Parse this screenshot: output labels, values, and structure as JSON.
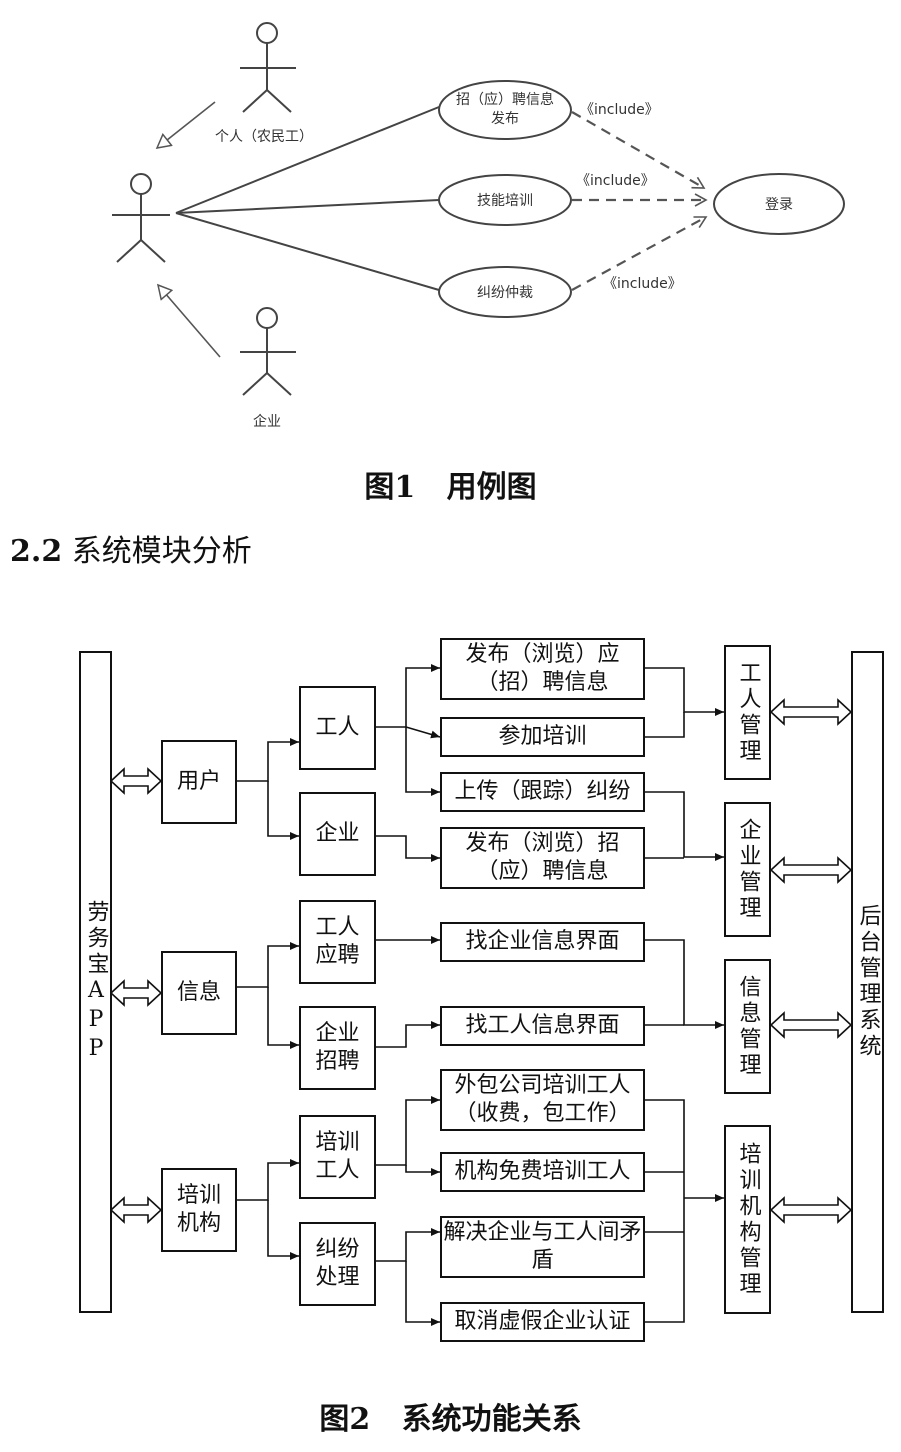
{
  "fig1": {
    "actors": {
      "individual": "个人（农民工）",
      "enterprise": "企业"
    },
    "use_cases": {
      "recruit_line1": "招（应）聘信息",
      "recruit_line2": "发布",
      "training": "技能培训",
      "dispute": "纠纷仲裁",
      "login": "登录"
    },
    "include_label": "《include》",
    "caption": "图1   用例图"
  },
  "section": {
    "number": "2.2",
    "title": "系统模块分析"
  },
  "fig2": {
    "left_app": "劳务宝APP",
    "right_system": "后台管理系统",
    "level1": {
      "user": "用户",
      "info_line1": "信息",
      "training_org_line1": "培训",
      "training_org_line2": "机构"
    },
    "level2": {
      "worker": "工人",
      "enterprise": "企业",
      "worker_apply_line1": "工人",
      "worker_apply_line2": "应聘",
      "enterprise_recruit_line1": "企业",
      "enterprise_recruit_line2": "招聘",
      "train_worker_line1": "培训",
      "train_worker_line2": "工人",
      "dispute_line1": "纠纷",
      "dispute_line2": "处理"
    },
    "level3": {
      "publish_apply_line1": "发布（浏览）应",
      "publish_apply_line2": "（招）聘信息",
      "join_training": "参加培训",
      "upload_dispute": "上传（跟踪）纠纷",
      "publish_recruit_line1": "发布（浏览）招",
      "publish_recruit_line2": "（应）聘信息",
      "find_enterprise": "找企业信息界面",
      "find_worker": "找工人信息界面",
      "outsource_line1": "外包公司培训工人",
      "outsource_line2": "（收费，包工作）",
      "free_training": "机构免费培训工人",
      "resolve_line1": "解决企业与工人间矛",
      "resolve_line2": "盾",
      "cancel_fake": "取消虚假企业认证"
    },
    "management": {
      "worker_mgmt": "工人管理",
      "enterprise_mgmt": "企业管理",
      "info_mgmt": "信息管理",
      "training_mgmt": "培训机构管理"
    },
    "caption": "图2   系统功能关系"
  }
}
